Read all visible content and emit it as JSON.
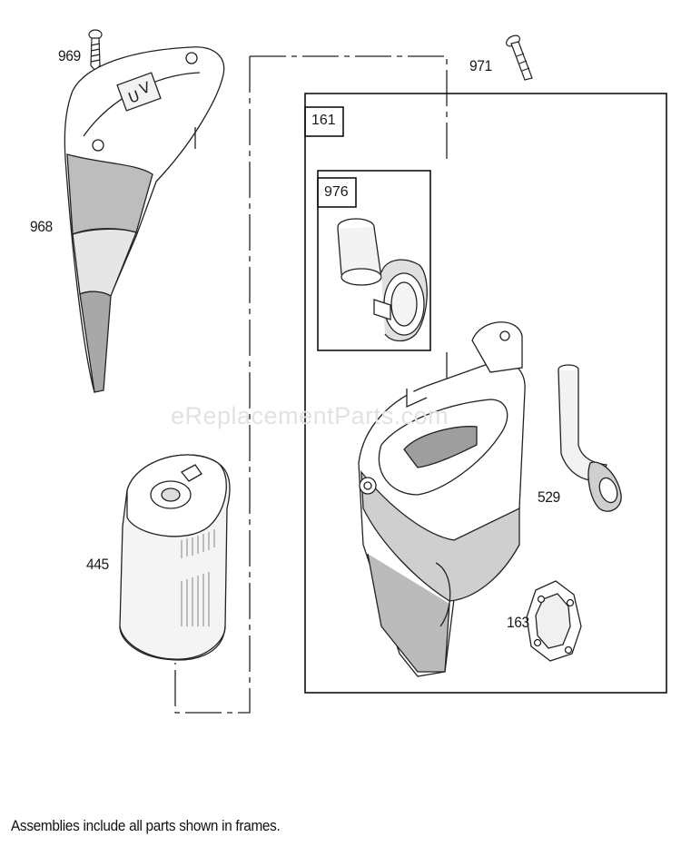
{
  "parts": {
    "p969": "969",
    "p968": "968",
    "p971": "971",
    "p161": "161",
    "p976": "976",
    "p445": "445",
    "p529": "529",
    "p163": "163"
  },
  "watermark": "eReplacementParts.com",
  "footnote": "Assemblies include all parts shown in frames.",
  "colors": {
    "line": "#222222",
    "shade": "#9a9a9a",
    "light": "#d9d9d9",
    "watermark": "#e2e2e2"
  }
}
